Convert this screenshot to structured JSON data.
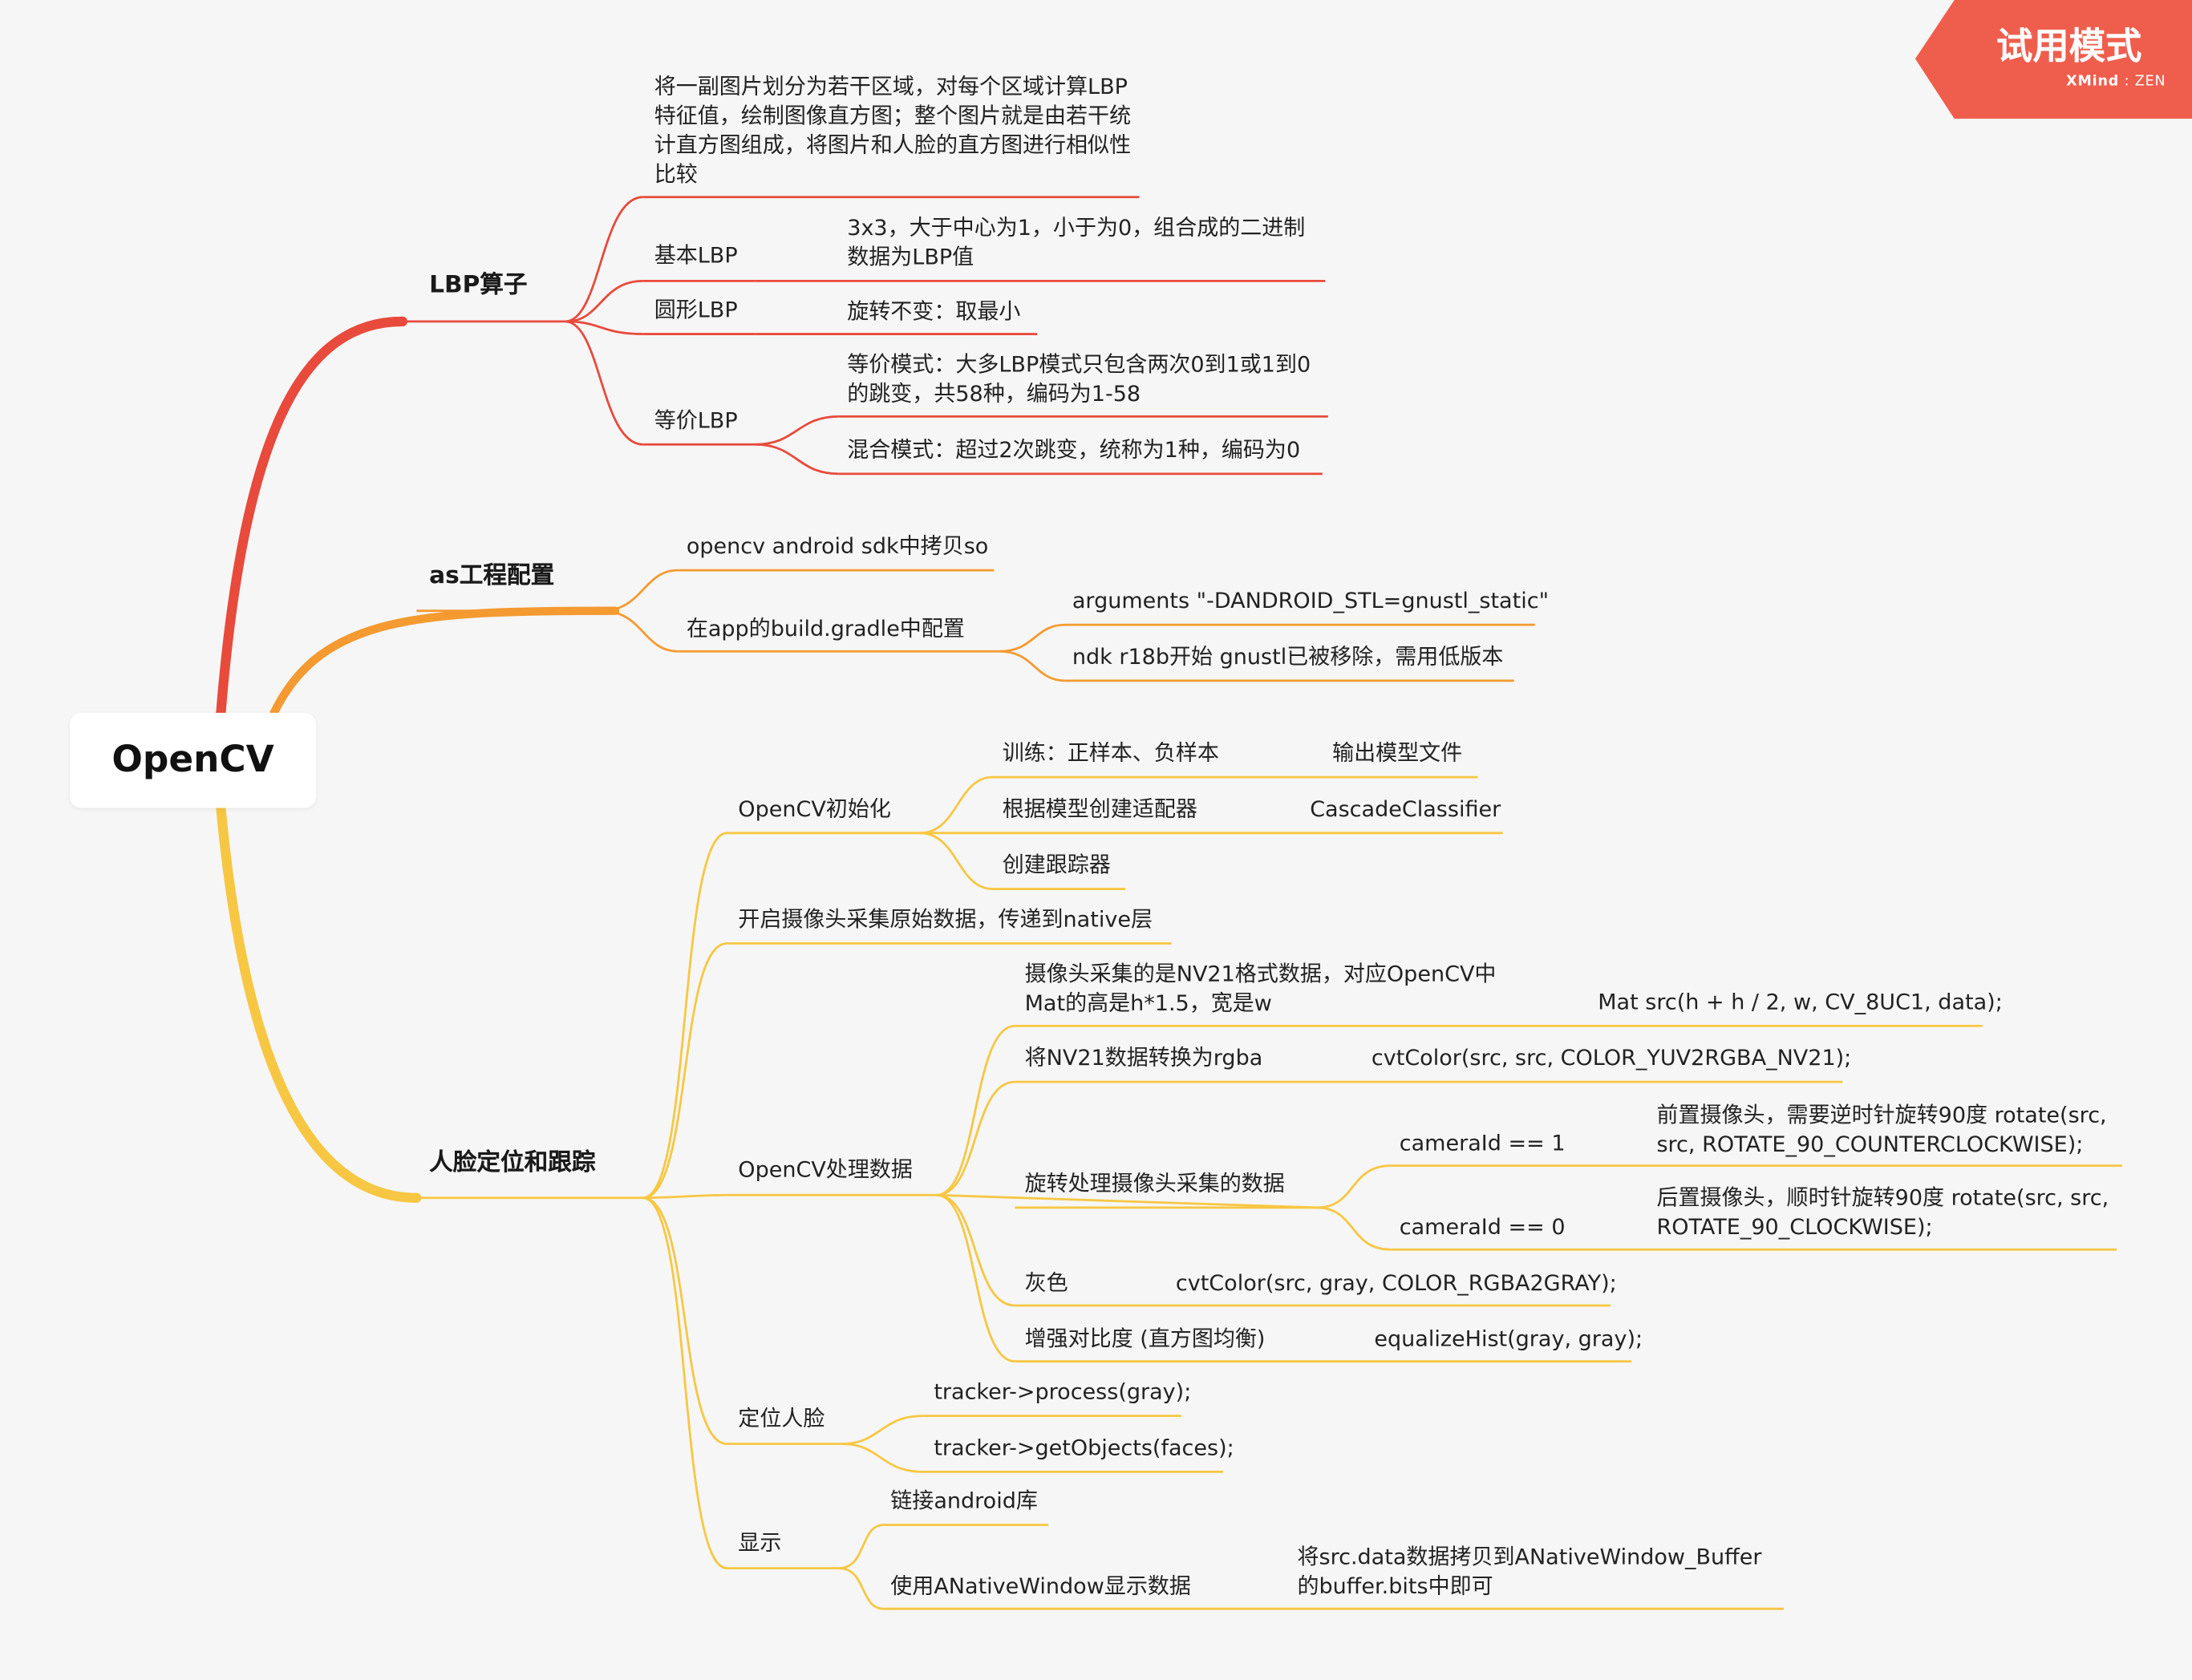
{
  "badge": {
    "title": "试用模式",
    "brand": "XMind",
    "brand_suffix": "ZEN"
  },
  "root": "OpenCV",
  "colors": {
    "red": "#e84a3c",
    "orange": "#f49a31",
    "yellow": "#f7c743",
    "badge": "#ef5e4d"
  },
  "lbp": {
    "title": "LBP算子",
    "desc": "将一副图片划分为若干区域，对每个区域计算LBP特征值，绘制图像直方图；整个图片就是由若干统计直方图组成，将图片和人脸的直方图进行相似性比较",
    "basic": {
      "label": "基本LBP",
      "detail": "3x3，大于中心为1，小于为0，组合成的二进制数据为LBP值"
    },
    "circle": {
      "label": "圆形LBP",
      "detail": "旋转不变：取最小"
    },
    "uniform": {
      "label": "等价LBP",
      "detail1": "等价模式：大多LBP模式只包含两次0到1或1到0的跳变，共58种，编码为1-58",
      "detail2": "混合模式：超过2次跳变，统称为1种，编码为0"
    }
  },
  "as": {
    "title": "as工程配置",
    "copy": "opencv android sdk中拷贝so",
    "gradle": {
      "label": "在app的build.gradle中配置",
      "args": "arguments \"-DANDROID_STL=gnustl_static\"",
      "ndk": "ndk r18b开始 gnustl已被移除，需用低版本"
    }
  },
  "face": {
    "title": "人脸定位和跟踪",
    "init": {
      "label": "OpenCV初始化",
      "train": "训练：正样本、负样本",
      "train_out": "输出模型文件",
      "adapter": "根据模型创建适配器",
      "adapter_out": "CascadeClassifier",
      "tracker": "创建跟踪器"
    },
    "camera": "开启摄像头采集原始数据，传递到native层",
    "process": {
      "label": "OpenCV处理数据",
      "nv21": "摄像头采集的是NV21格式数据，对应OpenCV中Mat的高是h*1.5，宽是w",
      "nv21_code": "Mat src(h + h / 2, w, CV_8UC1, data);",
      "rgba": "将NV21数据转换为rgba",
      "rgba_code": "cvtColor(src, src, COLOR_YUV2RGBA_NV21);",
      "rotate": "旋转处理摄像头采集的数据",
      "cam1": "cameraId == 1",
      "cam1_desc": "前置摄像头，需要逆时针旋转90度 rotate(src, src, ROTATE_90_COUNTERCLOCKWISE);",
      "cam0": "cameraId == 0",
      "cam0_desc": "后置摄像头，顺时针旋转90度 rotate(src, src, ROTATE_90_CLOCKWISE);",
      "gray": "灰色",
      "gray_code": "cvtColor(src, gray, COLOR_RGBA2GRAY);",
      "hist": "增强对比度 (直方图均衡)",
      "hist_code": "equalizeHist(gray, gray);"
    },
    "locate": {
      "label": "定位人脸",
      "p1": "tracker->process(gray);",
      "p2": "tracker->getObjects(faces);"
    },
    "display": {
      "label": "显示",
      "link": "链接android库",
      "window": "使用ANativeWindow显示数据",
      "window_desc": "将src.data数据拷贝到ANativeWindow_Buffer的buffer.bits中即可"
    }
  }
}
